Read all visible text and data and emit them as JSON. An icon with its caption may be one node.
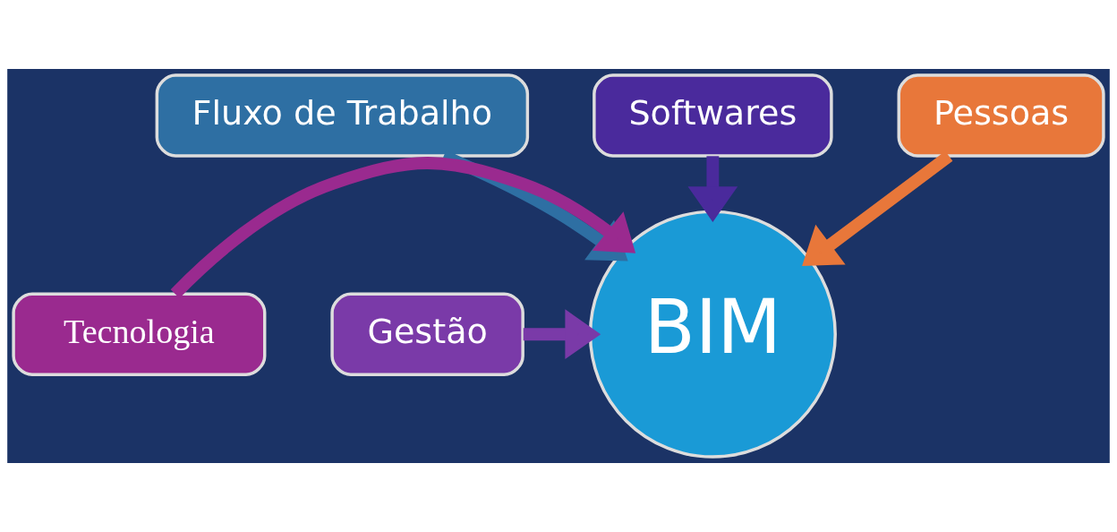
{
  "diagram": {
    "nodes": [
      {
        "text": [
          "Fluxo de Trabalho"
        ]
      },
      {
        "text": [
          "Softwares"
        ]
      },
      {
        "text": [
          "Pessoas"
        ]
      },
      {
        "text": [
          "Tecnologia"
        ]
      },
      {
        "text": [
          "BIM"
        ]
      },
      {
        "text": [
          "Gestão"
        ]
      }
    ],
    "edges": [
      {
        "from": 0,
        "to": 4,
        "arrow": "to",
        "color": "#2e6fa3"
      },
      {
        "from": 1,
        "to": 4,
        "arrow": "to",
        "color": "#4a2a9c"
      },
      {
        "from": 2,
        "to": 4,
        "arrow": "to",
        "color": "#e8773a"
      },
      {
        "from": 3,
        "to": 4,
        "arrow": "to",
        "color": "#9a2a8f"
      },
      {
        "from": 5,
        "to": 4,
        "arrow": "to",
        "color": "#7a3aa8"
      }
    ]
  }
}
